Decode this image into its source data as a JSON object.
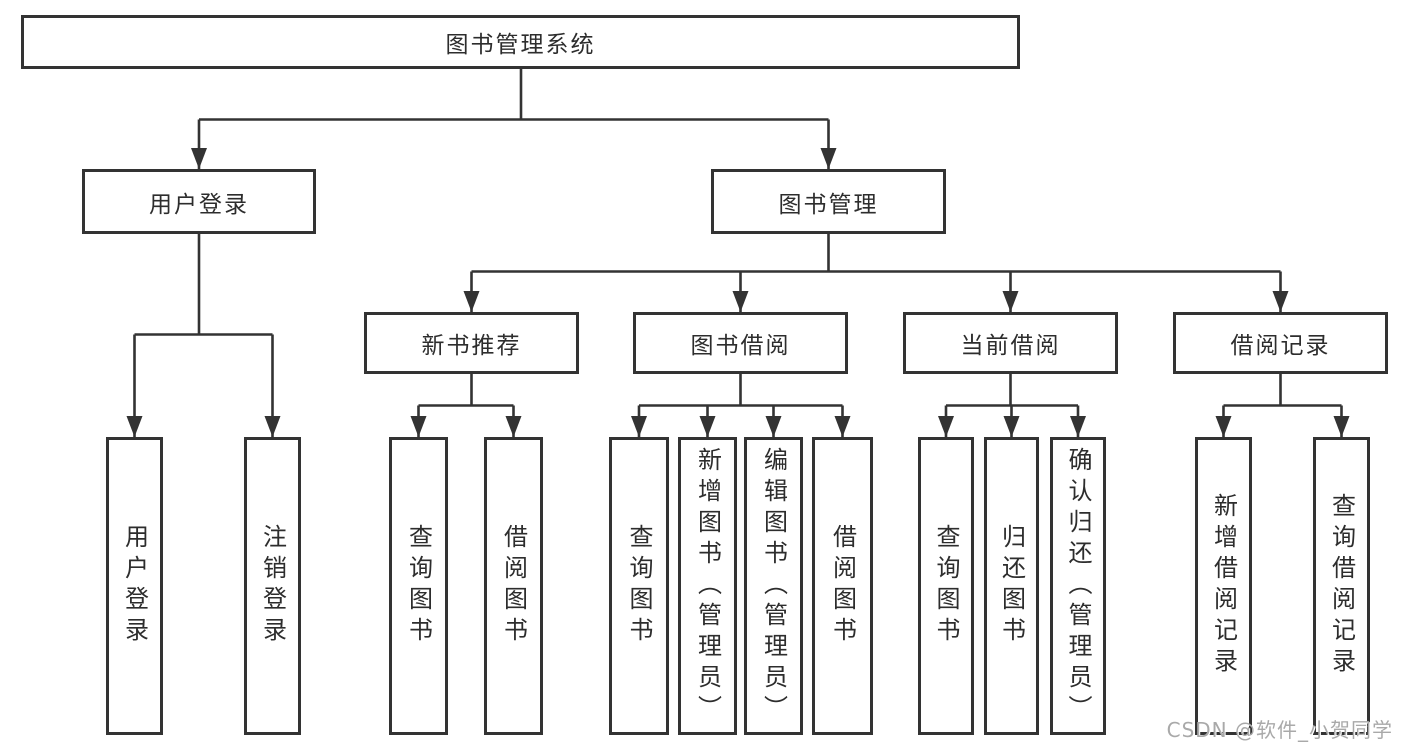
{
  "diagram": {
    "root": "图书管理系统",
    "level2": [
      "用户登录",
      "图书管理"
    ],
    "level3": [
      "新书推荐",
      "图书借阅",
      "当前借阅",
      "借阅记录"
    ],
    "leaves": {
      "user_login": [
        "用户登录",
        "注销登录"
      ],
      "new_book_recommend": [
        "查询图书",
        "借阅图书"
      ],
      "book_borrow": [
        "查询图书",
        "新增图书（管理员）",
        "编辑图书（管理员）",
        "借阅图书"
      ],
      "current_borrow": [
        "查询图书",
        "归还图书",
        "确认归还（管理员）"
      ],
      "borrow_record": [
        "新增借阅记录",
        "查询借阅记录"
      ]
    }
  },
  "watermark": {
    "text": "CSDN @软件_小贺同学"
  },
  "colors": {
    "line": "#333333",
    "text": "#2d2d2d",
    "watermark": "#a9a9a9",
    "background": "#ffffff"
  }
}
